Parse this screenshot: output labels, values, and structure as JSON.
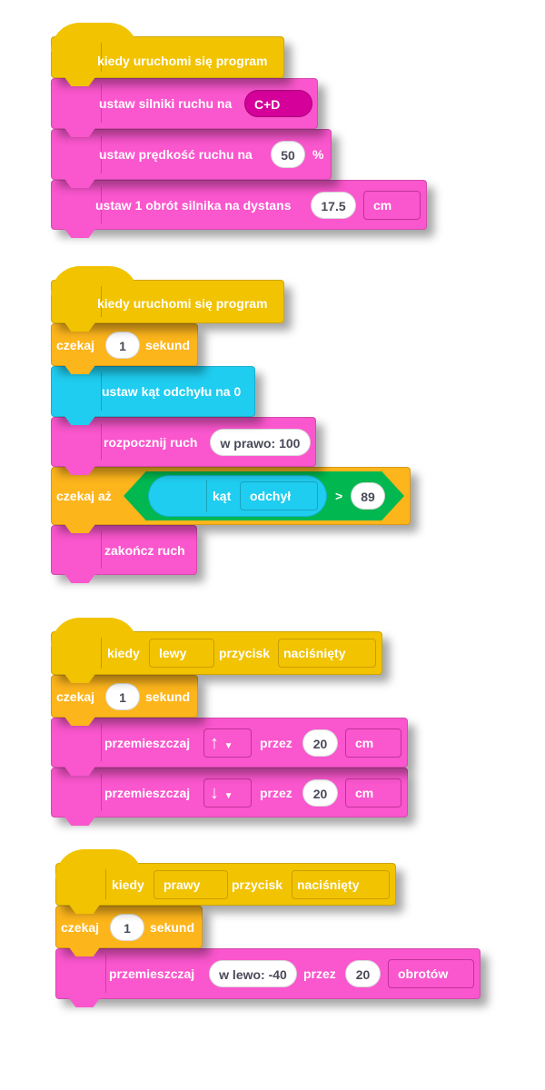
{
  "colors": {
    "event": "#f2c300",
    "control": "#fdb51c",
    "motion": "#fa56cd",
    "sensor": "#1fcdf0",
    "operator": "#00b84f",
    "port": "#d5009a"
  },
  "stack1": {
    "hat": "kiedy uruchomi się program",
    "motors": {
      "label": "ustaw silniki ruchu na",
      "value": "C+D"
    },
    "speed": {
      "label": "ustaw prędkość ruchu na",
      "value": "50",
      "unit": "%"
    },
    "rotation": {
      "label": "ustaw 1 obrót silnika na dystans",
      "value": "17.5",
      "unit": "cm"
    }
  },
  "stack2": {
    "hat": "kiedy uruchomi się program",
    "wait": {
      "label": "czekaj",
      "value": "1",
      "unit": "sekund"
    },
    "yaw": {
      "label": "ustaw kąt odchyłu na 0"
    },
    "start": {
      "label": "rozpocznij ruch",
      "value": "w prawo: 100"
    },
    "wait_until": {
      "label": "czekaj aż",
      "sensor_label": "kąt",
      "sensor_value": "odchył",
      "operator": ">",
      "value": "89"
    },
    "stop": {
      "label": "zakończ ruch"
    }
  },
  "stack3": {
    "hat": {
      "when": "kiedy",
      "button": "lewy",
      "label": "przycisk",
      "state": "naciśnięty"
    },
    "wait": {
      "label": "czekaj",
      "value": "1",
      "unit": "sekund"
    },
    "move1": {
      "label": "przemieszczaj",
      "direction": "up",
      "through": "przez",
      "value": "20",
      "unit": "cm"
    },
    "move2": {
      "label": "przemieszczaj",
      "direction": "down",
      "through": "przez",
      "value": "20",
      "unit": "cm"
    }
  },
  "stack4": {
    "hat": {
      "when": "kiedy",
      "button": "prawy",
      "label": "przycisk",
      "state": "naciśnięty"
    },
    "wait": {
      "label": "czekaj",
      "value": "1",
      "unit": "sekund"
    },
    "move": {
      "label": "przemieszczaj",
      "value": "w lewo: -40",
      "through": "przez",
      "amount": "20",
      "unit": "obrotów"
    }
  }
}
